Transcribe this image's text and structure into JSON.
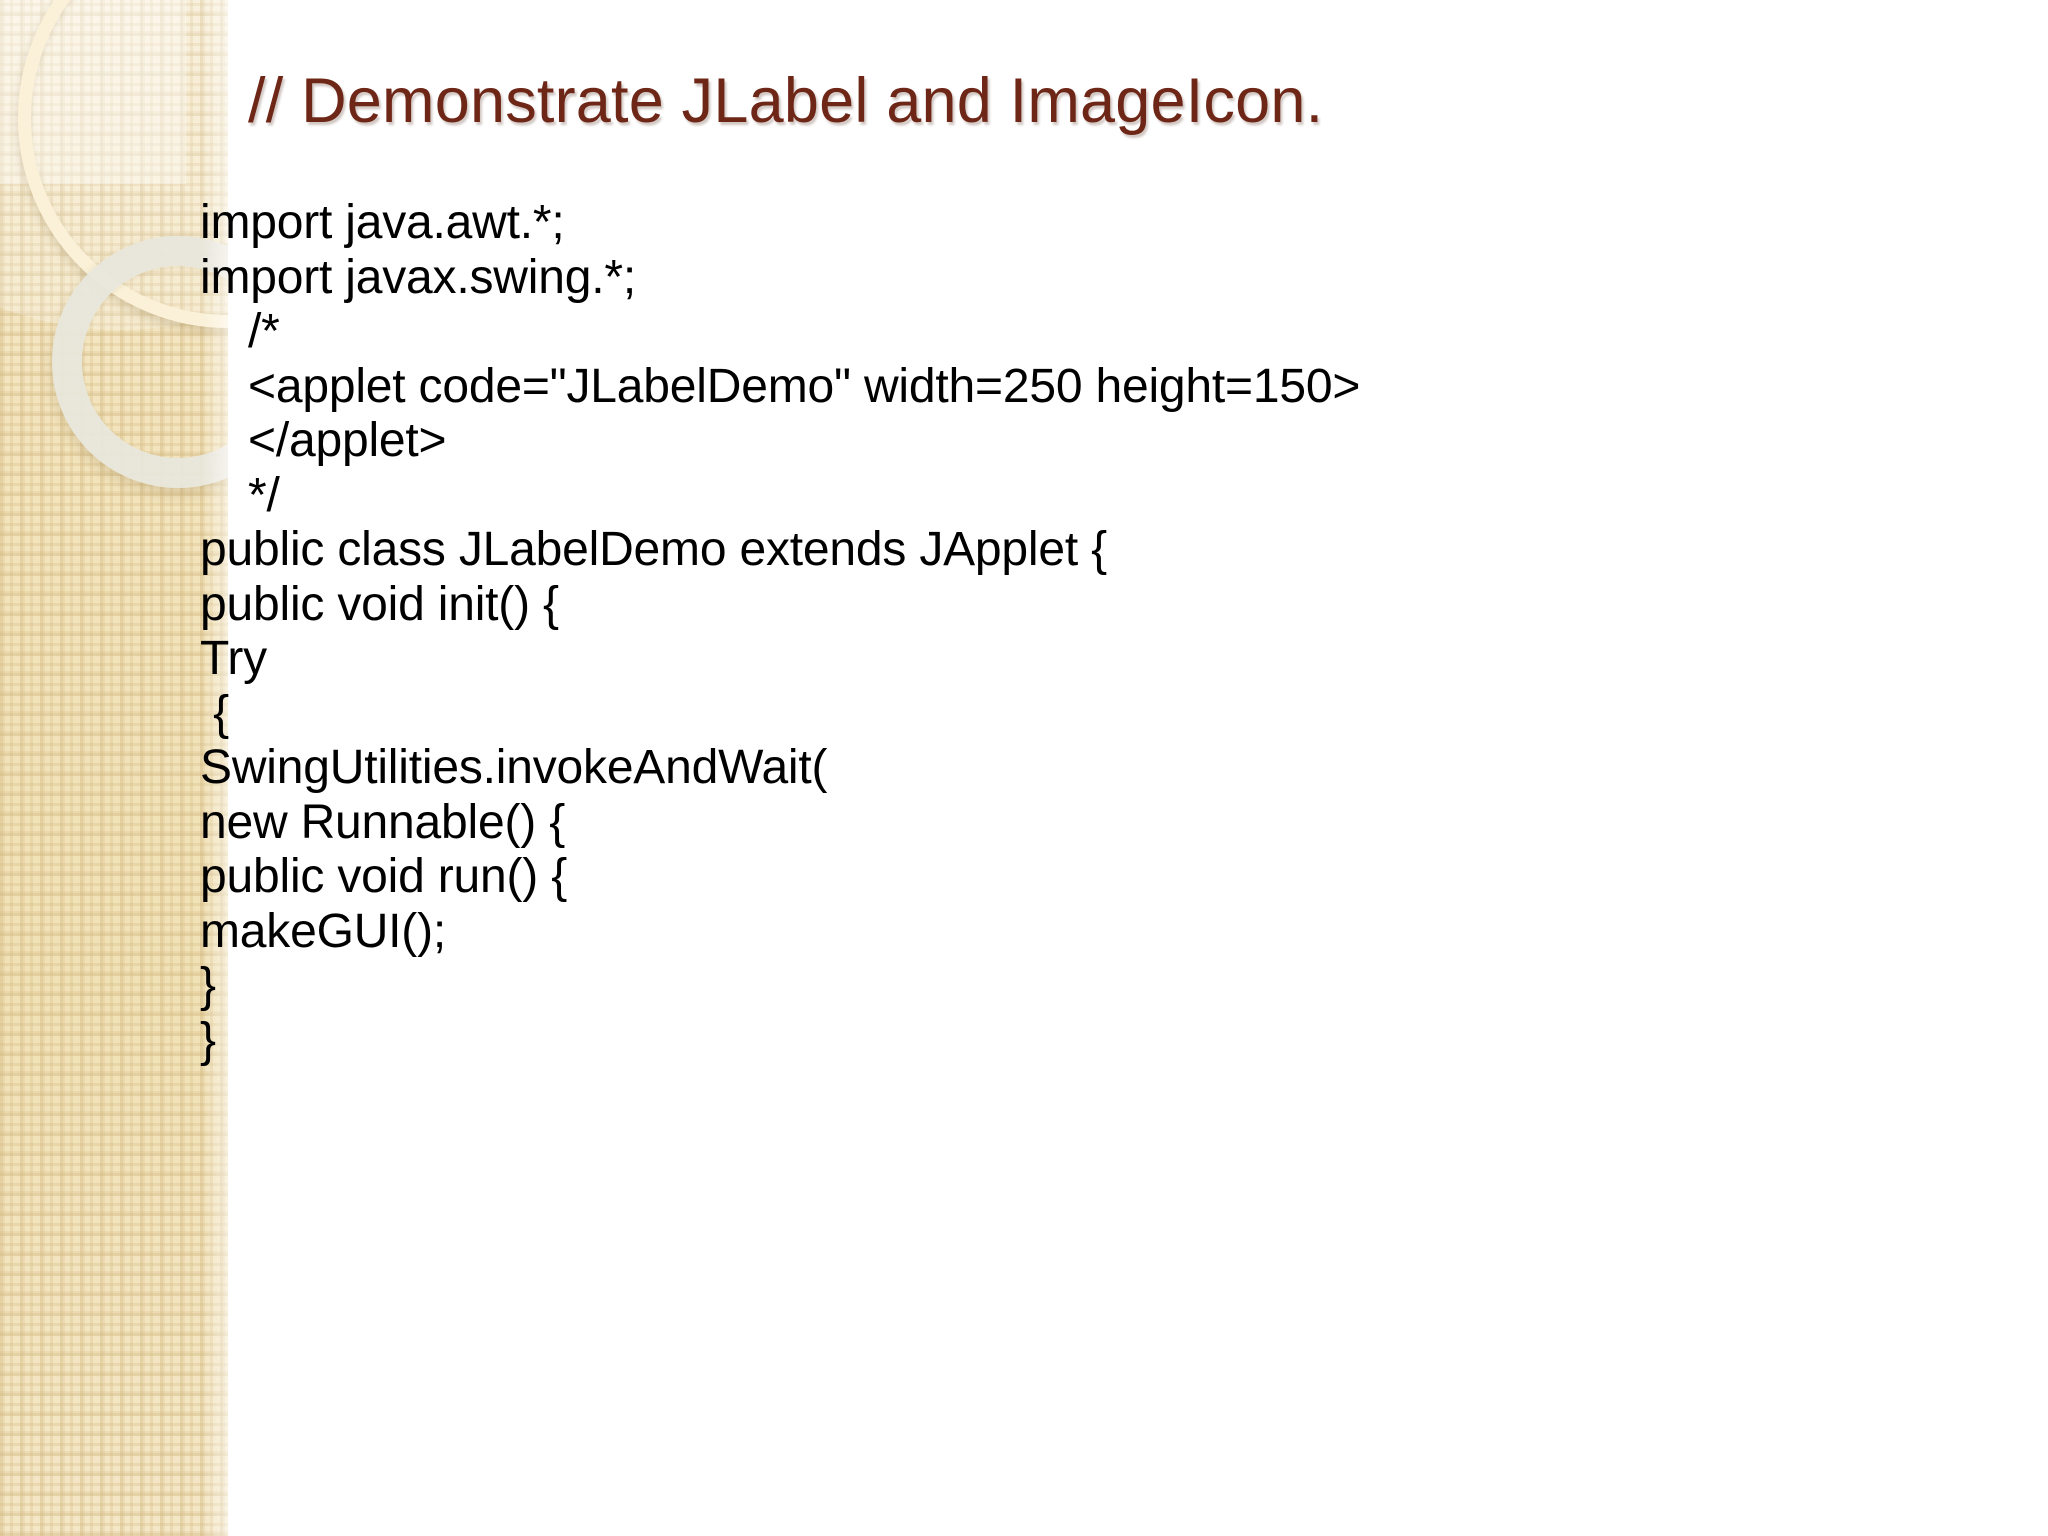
{
  "slide": {
    "title": "// Demonstrate JLabel and ImageIcon.",
    "title_color": "#6e2617",
    "body_color": "#000000",
    "background_color": "#ffffff",
    "sidebar_color": "#f1e1b6",
    "ring_large_color": "#fbf1d8",
    "ring_small_color": "#e9e7dd"
  },
  "code": {
    "lines": [
      {
        "text": "import java.awt.*;",
        "indent": false
      },
      {
        "text": "import javax.swing.*;",
        "indent": false
      },
      {
        "text": "/*",
        "indent": true
      },
      {
        "text": "<applet code=\"JLabelDemo\" width=250 height=150>",
        "indent": true
      },
      {
        "text": "</applet>",
        "indent": true
      },
      {
        "text": "*/",
        "indent": true
      },
      {
        "text": "public class JLabelDemo extends JApplet {",
        "indent": false
      },
      {
        "text": "public void init() {",
        "indent": false
      },
      {
        "text": "Try",
        "indent": false
      },
      {
        "text": " {",
        "indent": false
      },
      {
        "text": "SwingUtilities.invokeAndWait(",
        "indent": false
      },
      {
        "text": "new Runnable() {",
        "indent": false
      },
      {
        "text": "public void run() {",
        "indent": false
      },
      {
        "text": "makeGUI();",
        "indent": false
      },
      {
        "text": "}",
        "indent": false
      },
      {
        "text": "}",
        "indent": false
      }
    ]
  },
  "decorations": {
    "ring_large_name": "large-ring-decoration",
    "ring_small_name": "small-ring-decoration",
    "texture_name": "checkered-texture-panel"
  }
}
